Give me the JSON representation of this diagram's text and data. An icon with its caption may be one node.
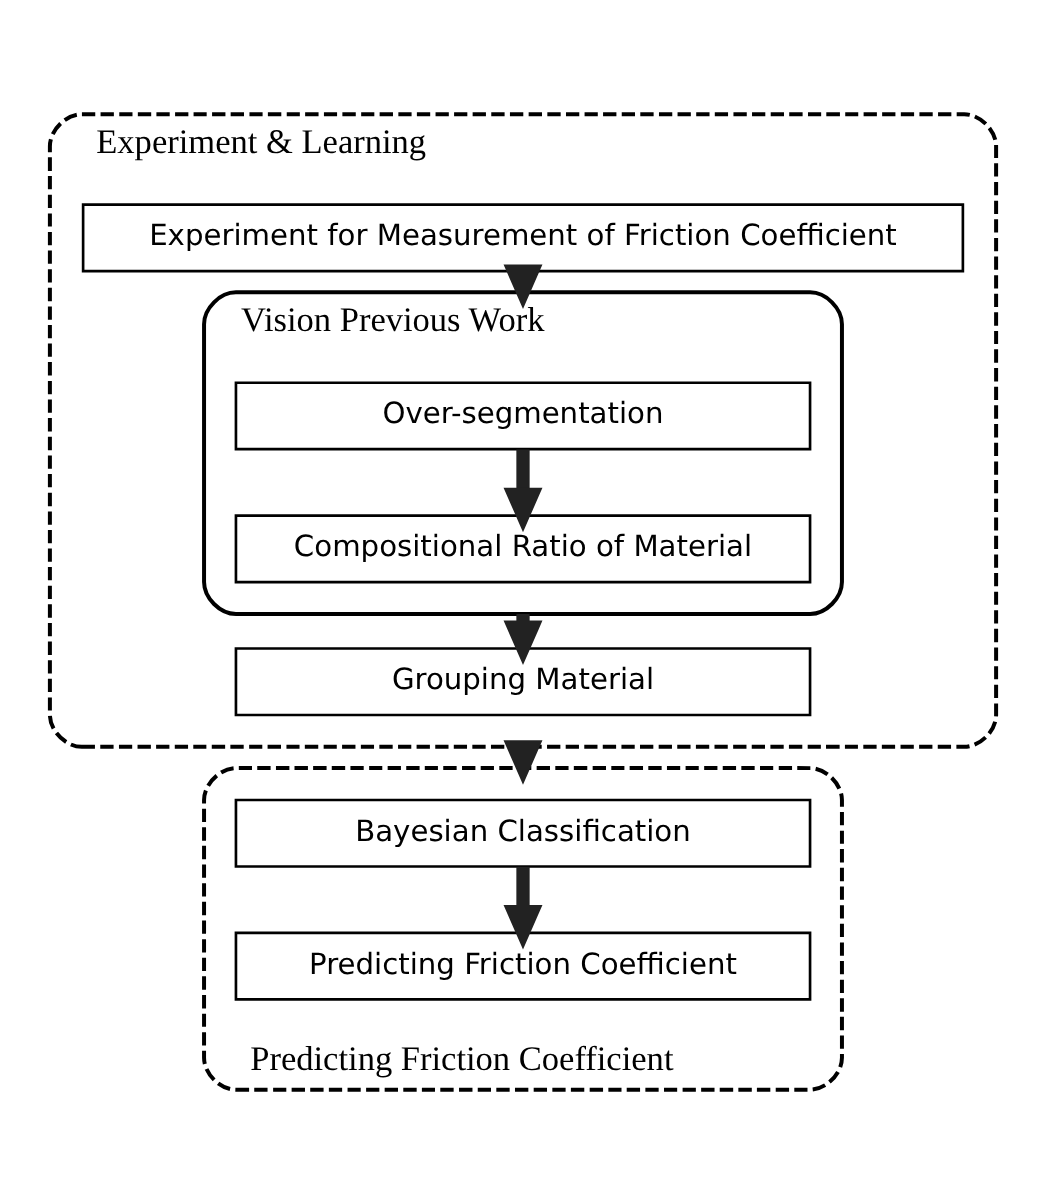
{
  "diagram": {
    "nodes": [
      {
        "text": [
          "Experiment & Learning"
        ]
      },
      {
        "text": [
          "Experiment for Measurement of Friction Coefficient"
        ],
        "in": 0
      },
      {
        "text": [
          "Vision Previous Work"
        ],
        "in": 0
      },
      {
        "text": [
          "Over-segmentation"
        ],
        "in": 2
      },
      {
        "text": [
          "Compositional Ratio of Material"
        ],
        "in": 2
      },
      {
        "text": [
          "Grouping Material"
        ],
        "in": 0
      },
      {
        "text": [
          "Predicting Friction Coefficient"
        ]
      },
      {
        "text": [
          "Bayesian Classification"
        ],
        "in": 6
      },
      {
        "text": [
          "Predicting Friction Coefficient"
        ],
        "in": 6
      }
    ],
    "edges": [
      {
        "from": 1,
        "to": 2,
        "arrow": "to"
      },
      {
        "from": 3,
        "to": 4,
        "arrow": "to"
      },
      {
        "from": 2,
        "to": 5,
        "arrow": "to"
      },
      {
        "from": 0,
        "to": 6,
        "arrow": "to"
      },
      {
        "from": 7,
        "to": 8,
        "arrow": "to"
      }
    ]
  }
}
